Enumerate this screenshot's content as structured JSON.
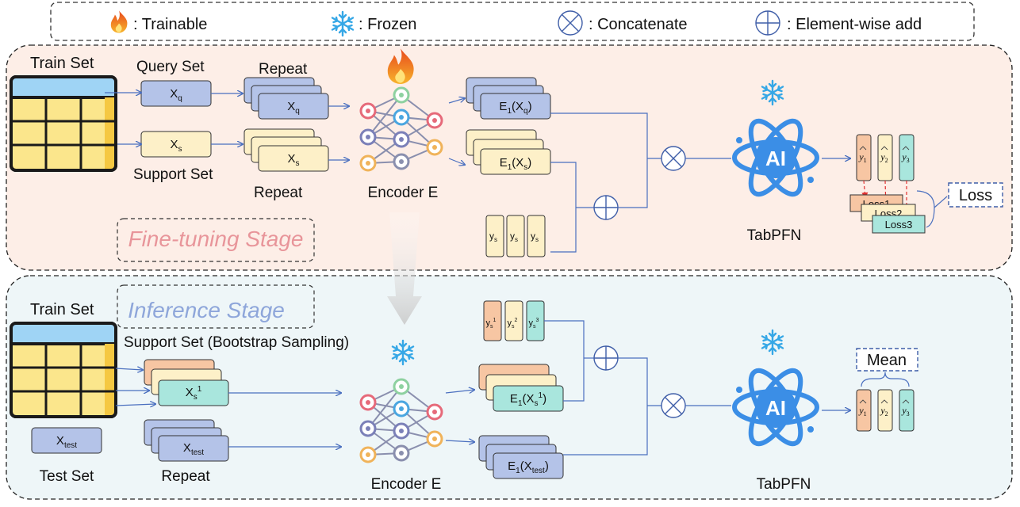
{
  "legend": {
    "trainable": ": Trainable",
    "frozen": ": Frozen",
    "concatenate": ": Concatenate",
    "add": ": Element-wise add"
  },
  "finetune": {
    "stage": "Fine-tuning Stage",
    "train_set": "Train Set",
    "query_set": "Query Set",
    "support_set": "Support Set",
    "repeat_top": "Repeat",
    "repeat_bottom": "Repeat",
    "xq": "X",
    "xq_sub": "q",
    "xs": "X",
    "xs_sub": "s",
    "encoder": "Encoder E",
    "e1xq_pre": "E",
    "e1xq_sub": "1",
    "e1xq_post": "(X",
    "e1xq_sub2": "q",
    "e1xq_end": ")",
    "e1xs_sub2": "s",
    "ys": "y",
    "ys_sub": "s",
    "tabpfn": "TabPFN",
    "yhat": "y",
    "yhat_subs": [
      "1",
      "2",
      "3"
    ],
    "loss1": "Loss1",
    "loss2": "Loss2",
    "loss3": "Loss3",
    "loss": "Loss"
  },
  "inference": {
    "stage": "Inference Stage",
    "train_set": "Train Set",
    "support_set": "Support Set (Bootstrap Sampling)",
    "xs1": "X",
    "xs1_sub": "s",
    "xs1_sup": "1",
    "xtest": "X",
    "xtest_sub": "test",
    "test_set": "Test Set",
    "repeat": "Repeat",
    "encoder": "Encoder E",
    "ys_sups": [
      "1",
      "2",
      "3"
    ],
    "e1_sub": "1",
    "e1xs1_post": "(X",
    "e1xs1_sub": "s",
    "e1xs1_sup": "1",
    "e1xtest_sub": "test",
    "tabpfn": "TabPFN",
    "mean": "Mean"
  },
  "colors": {
    "finetune_bg": "#fdeee7",
    "inference_bg": "#eef6f8",
    "query_fill": "#b4c3e8",
    "support_fill": "#fdf0c8",
    "sampled_fill": "#a9e6dd",
    "orange_fill": "#f7c6a3",
    "arrow": "#4a6fbf",
    "ai_blue": "#3b8ee6",
    "table_header": "#9fd4f5",
    "table_cell": "#fbe68c",
    "stage_ft_text": "#e8959a",
    "stage_inf_text": "#8ea6da"
  },
  "icons": [
    "flame-icon",
    "snowflake-icon",
    "concatenate-icon",
    "element-wise-add-icon",
    "neural-network-icon",
    "ai-atom-icon",
    "table-icon"
  ]
}
